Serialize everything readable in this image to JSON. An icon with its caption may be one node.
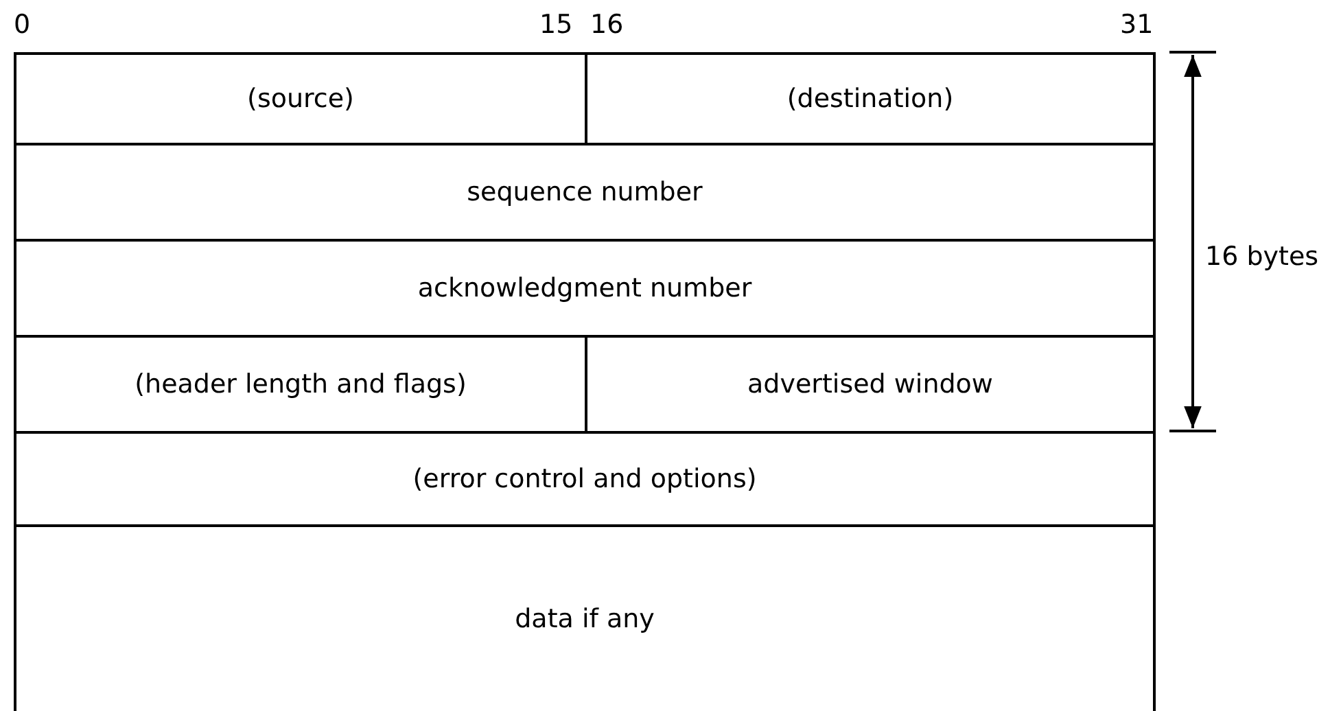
{
  "diagram": {
    "nodes": [
      {
        "text": [
          "(source)"
        ]
      },
      {
        "text": [
          "(destination)"
        ]
      },
      {
        "text": [
          "sequence number"
        ]
      },
      {
        "text": [
          "acknowledgment number"
        ]
      },
      {
        "text": [
          "(header length and flags)"
        ]
      },
      {
        "text": [
          "advertised window"
        ]
      },
      {
        "text": [
          "(error control and options)"
        ]
      },
      {
        "text": [
          "data if any"
        ]
      }
    ],
    "labels": [
      "0",
      "15",
      "16",
      "31",
      "16 bytes"
    ]
  }
}
